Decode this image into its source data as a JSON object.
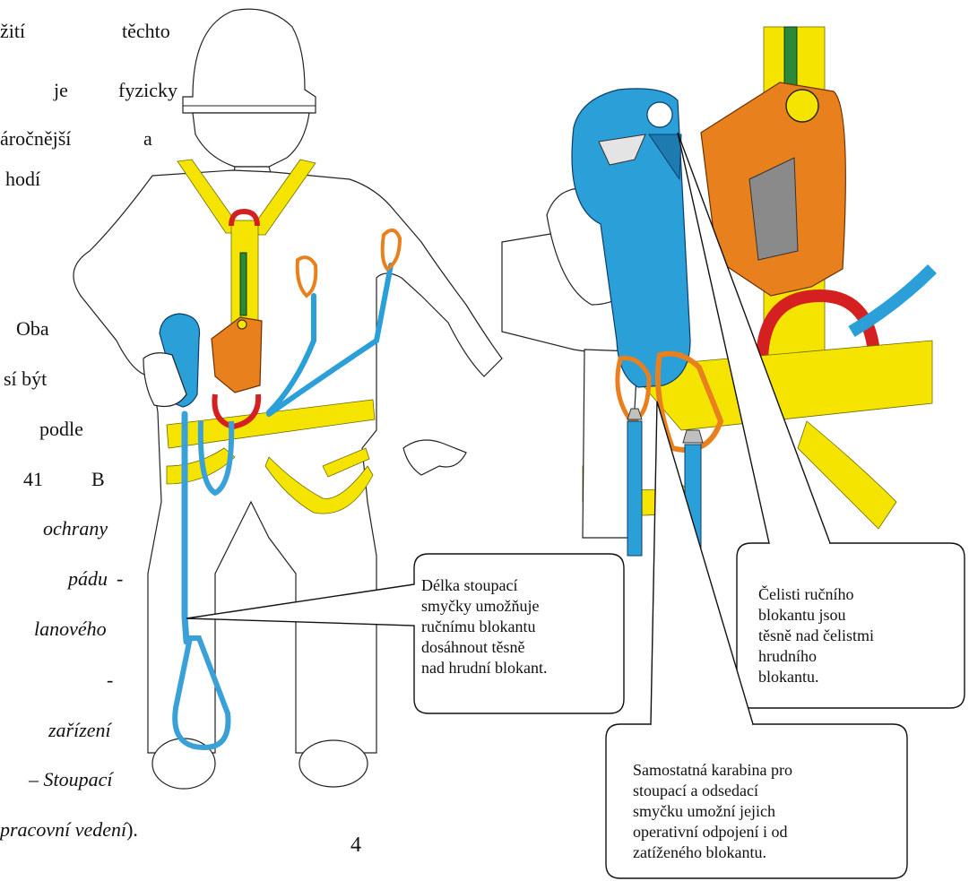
{
  "body_text": {
    "lines": [
      {
        "parts": [
          {
            "t": "žití",
            "i": false
          },
          {
            "t": "těchto",
            "i": false
          }
        ]
      },
      {
        "parts": [
          {
            "t": "je",
            "i": false
          },
          {
            "t": "fyzicky",
            "i": false
          }
        ]
      },
      {
        "parts": [
          {
            "t": "áročnější",
            "i": false
          },
          {
            "t": "a",
            "i": false
          }
        ]
      },
      {
        "parts": [
          {
            "t": "hodí",
            "i": false
          }
        ]
      },
      {
        "parts": [
          {
            "t": "Oba",
            "i": false
          }
        ]
      },
      {
        "parts": [
          {
            "t": "sí být",
            "i": false
          }
        ]
      },
      {
        "parts": [
          {
            "t": "podle",
            "i": false
          }
        ]
      },
      {
        "parts": [
          {
            "t": "41",
            "i": false
          },
          {
            "t": "B",
            "i": false
          }
        ]
      },
      {
        "parts": [
          {
            "t": "ochrany",
            "i": true
          }
        ]
      },
      {
        "parts": [
          {
            "t": "pádu",
            "i": true
          },
          {
            "t": "-",
            "i": false
          }
        ]
      },
      {
        "parts": [
          {
            "t": "lanového",
            "i": true
          }
        ]
      },
      {
        "parts": [
          {
            "t": "-",
            "i": false
          }
        ]
      },
      {
        "parts": [
          {
            "t": "zařízení",
            "i": true
          }
        ]
      },
      {
        "parts": [
          {
            "t": "– ",
            "i": false
          },
          {
            "t": "Stoupací",
            "i": true
          }
        ]
      },
      {
        "parts": [
          {
            "t": "pracovní vedení",
            "i": true
          },
          {
            "t": ").",
            "i": false
          }
        ]
      }
    ]
  },
  "page_number": "4",
  "callouts": {
    "loop_length": [
      "Délka stoupací",
      "smyčky umožňuje",
      "ručnímu blokantu",
      "dosáhnout těsně",
      "nad hrudní blokant."
    ],
    "jaws": [
      "Čelisti ručního",
      "blokantu jsou",
      "těsně nad čelistmi",
      "hrudního",
      "blokantu."
    ],
    "carabiner": [
      "Samostatná karabina pro",
      "stoupací a odsedací",
      "smyčku umožní jejich",
      "operativní odpojení i od",
      "zatíženého blokantu."
    ]
  },
  "colors": {
    "harness_yellow": "#f5e400",
    "ascender_blue": "#2a9fd8",
    "rope_blue": "#3aa0d8",
    "chest_orange": "#e8801e",
    "carabiner_red": "#d42020",
    "rope_green": "#2a8a3a"
  }
}
